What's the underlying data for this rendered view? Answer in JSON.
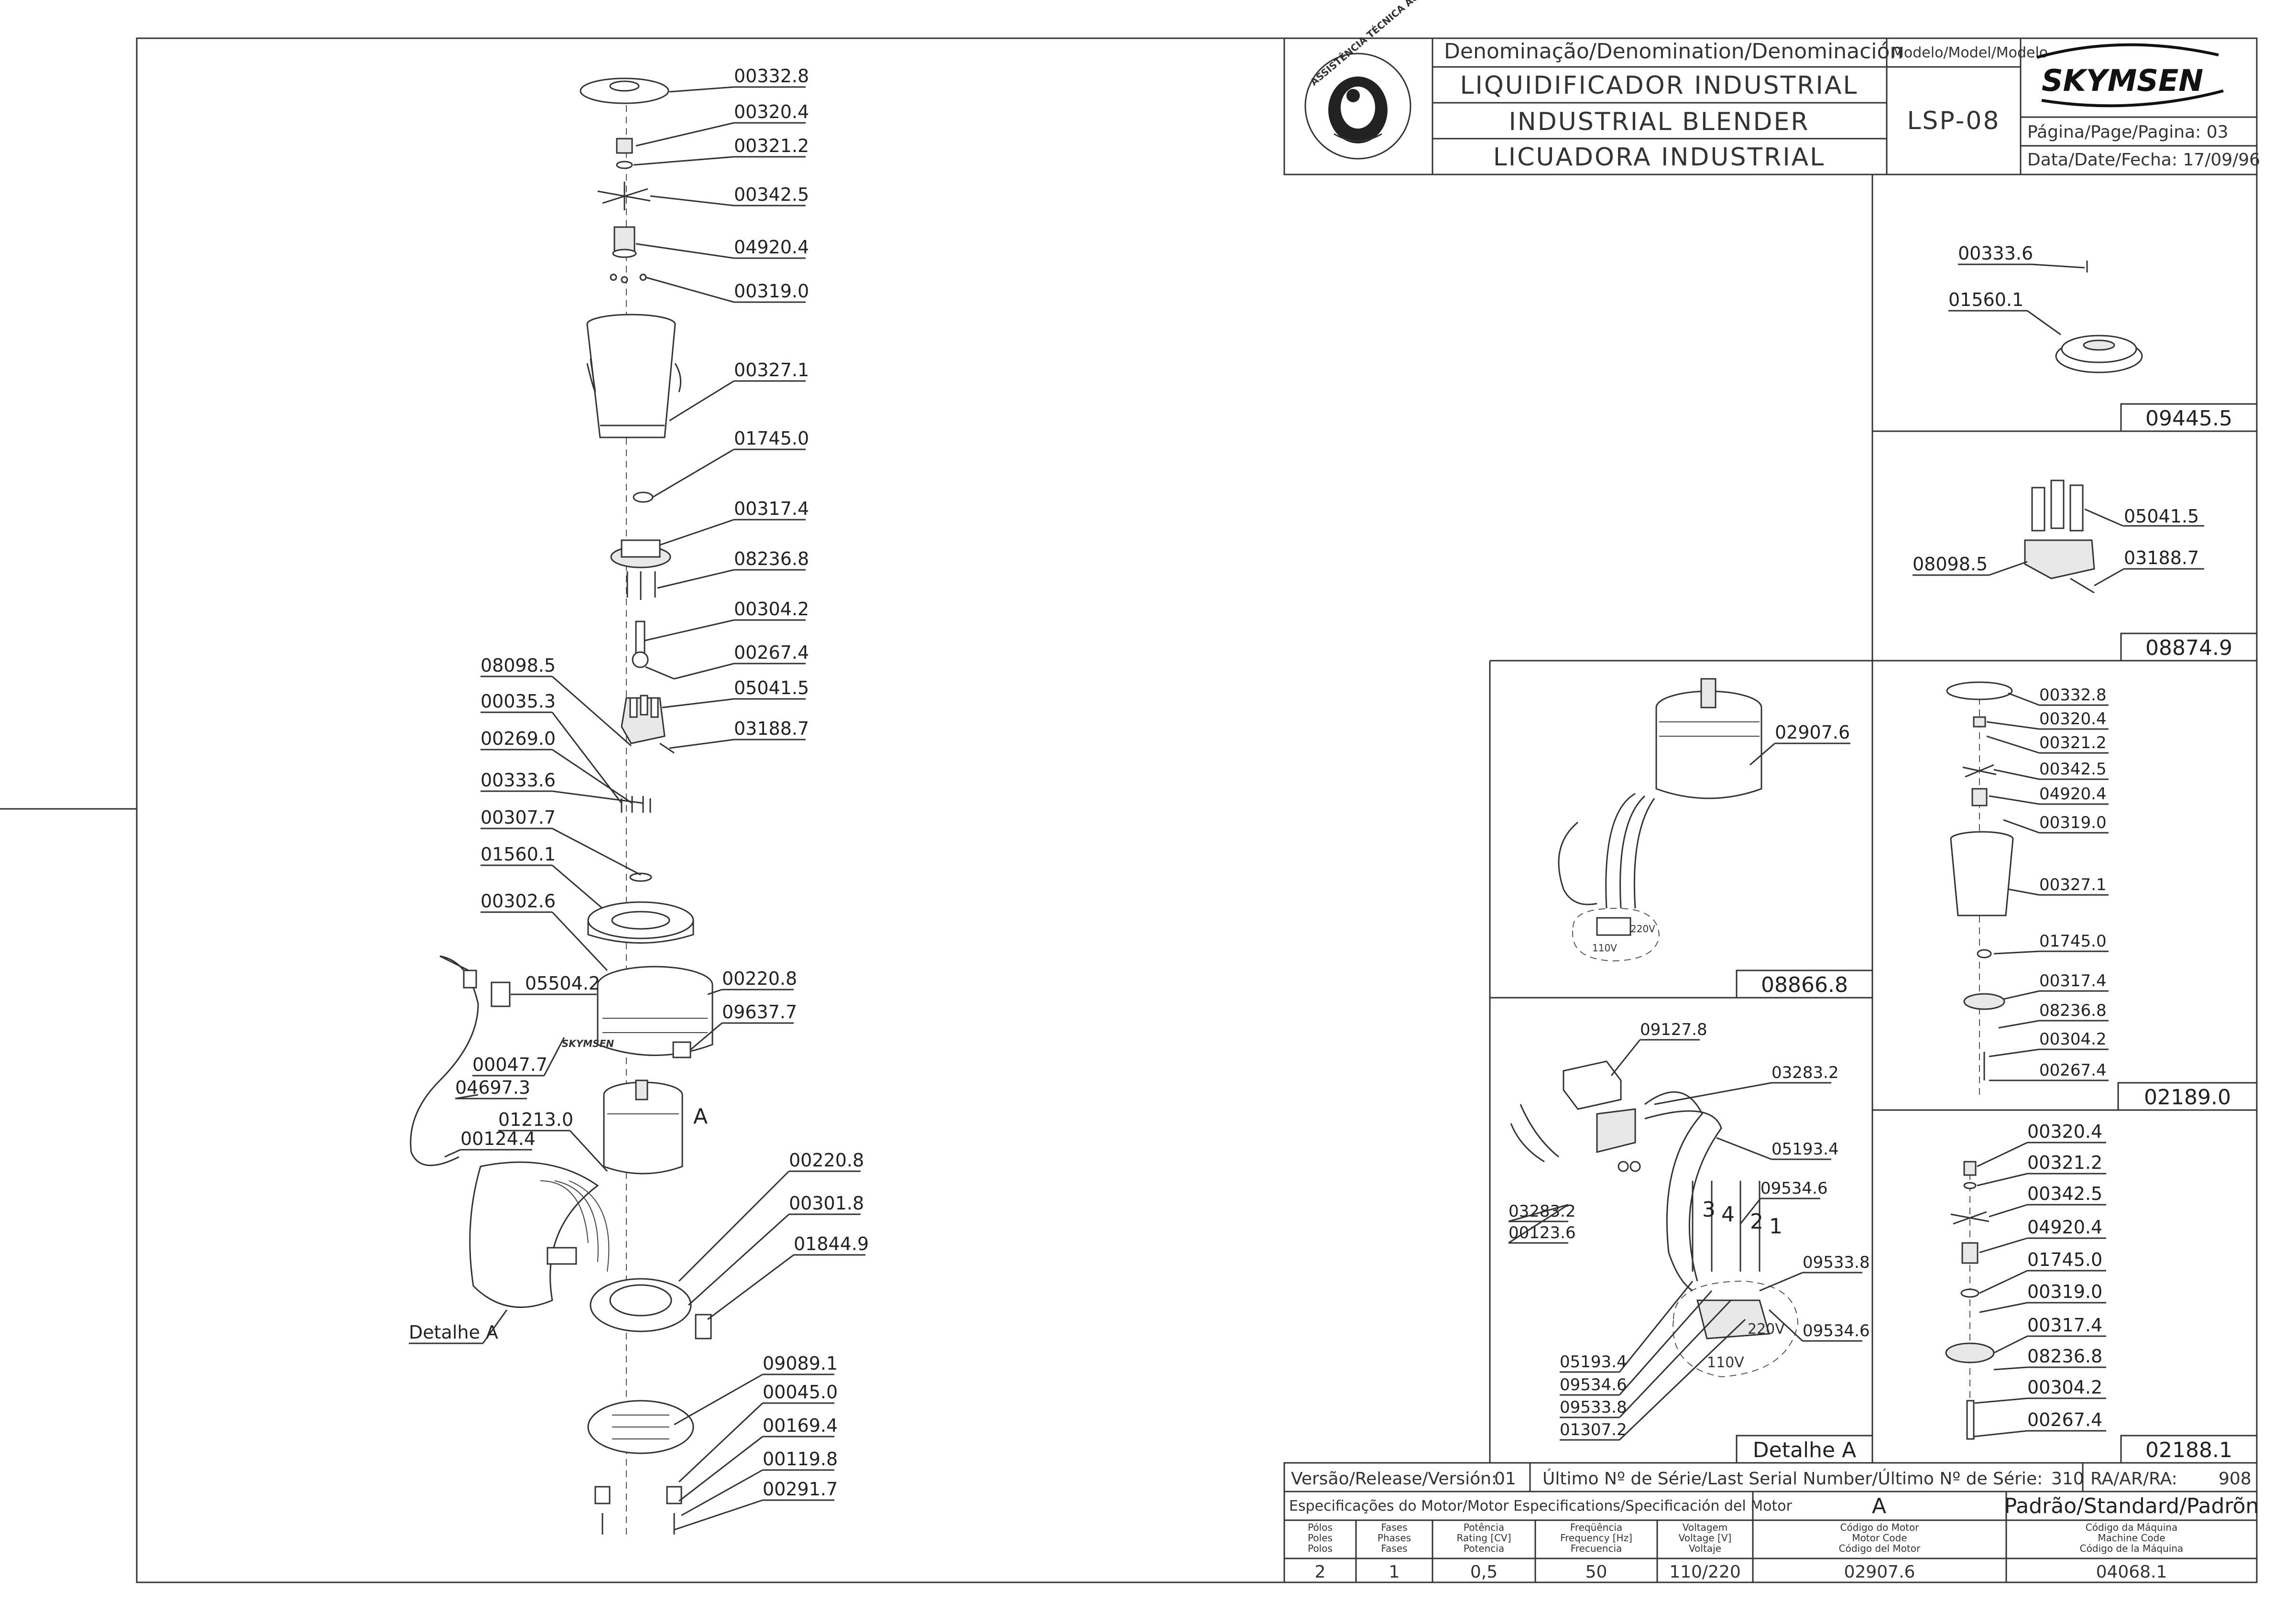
{
  "title_block": {
    "denomination_header": "Denominação/Denomination/Denominación",
    "name_pt": "LIQUIDIFICADOR INDUSTRIAL",
    "name_en": "INDUSTRIAL BLENDER",
    "name_es": "LICUADORA INDUSTRIAL",
    "model_header": "Modelo/Model/Modelo",
    "model_value": "LSP-08",
    "brand": "SKYMSEN",
    "page_label": "Página/Page/Pagina: 03",
    "date_label": "Data/Date/Fecha: 17/09/96",
    "seal_text": "ASSISTÊNCIA TÉCNICA AUTORIZADA"
  },
  "main_assembly": {
    "labels": [
      {
        "code": "00332.8"
      },
      {
        "code": "00320.4"
      },
      {
        "code": "00321.2"
      },
      {
        "code": "00342.5"
      },
      {
        "code": "04920.4"
      },
      {
        "code": "00319.0"
      },
      {
        "code": "00327.1"
      },
      {
        "code": "01745.0"
      },
      {
        "code": "00317.4"
      },
      {
        "code": "08236.8"
      },
      {
        "code": "00304.2"
      },
      {
        "code": "00267.4"
      },
      {
        "code": "05041.5"
      },
      {
        "code": "03188.7"
      },
      {
        "code": "08098.5"
      },
      {
        "code": "00035.3"
      },
      {
        "code": "00269.0"
      },
      {
        "code": "00333.6"
      },
      {
        "code": "00307.7"
      },
      {
        "code": "01560.1"
      },
      {
        "code": "00302.6"
      },
      {
        "code": "05504.2"
      },
      {
        "code": "00220.8"
      },
      {
        "code": "09637.7"
      },
      {
        "code": "00047.7"
      },
      {
        "code": "04697.3"
      },
      {
        "code": "01213.0"
      },
      {
        "code": "00124.4"
      },
      {
        "code": "00220.8"
      },
      {
        "code": "00301.8"
      },
      {
        "code": "01844.9"
      },
      {
        "code": "09089.1"
      },
      {
        "code": "00045.0"
      },
      {
        "code": "00169.4"
      },
      {
        "code": "00119.8"
      },
      {
        "code": "00291.7"
      }
    ],
    "motor_letter": "A",
    "detail_label": "Detalhe A",
    "tag_text": "SKYMSEN"
  },
  "panel_09445": {
    "labels": [
      "00333.6",
      "01560.1"
    ],
    "assembly_code": "09445.5"
  },
  "panel_08874": {
    "labels": [
      "05041.5",
      "03188.7",
      "08098.5"
    ],
    "assembly_code": "08874.9"
  },
  "panel_08866": {
    "labels": [
      "02907.6"
    ],
    "assembly_code": "08866.8",
    "voltage_220": "220V",
    "voltage_110": "110V"
  },
  "panel_02189": {
    "labels": [
      "00332.8",
      "00320.4",
      "00321.2",
      "00342.5",
      "04920.4",
      "00319.0",
      "00327.1",
      "01745.0",
      "00317.4",
      "08236.8",
      "00304.2",
      "00267.4"
    ],
    "assembly_code": "02189.0"
  },
  "panel_detail_a": {
    "labels": [
      "09127.8",
      "03283.2",
      "05193.4",
      "09534.6",
      "09533.8",
      "09534.6",
      "03283.2",
      "00123.6",
      "05193.4",
      "09534.6",
      "09533.8",
      "01307.2"
    ],
    "terminals": [
      "3",
      "4",
      "2",
      "1"
    ],
    "voltage_220": "220V",
    "voltage_110": "110V",
    "title": "Detalhe A"
  },
  "panel_02188": {
    "labels": [
      "00320.4",
      "00321.2",
      "00342.5",
      "04920.4",
      "01745.0",
      "00319.0",
      "00317.4",
      "08236.8",
      "00304.2",
      "00267.4"
    ],
    "assembly_code": "02188.1"
  },
  "footer": {
    "version_label": "Versão/Release/Versión:",
    "version_value": "01",
    "serial_label": "Último Nº de Série/Last Serial Number/Último Nº de Série:",
    "serial_value": "310",
    "ra_label": "RA/AR/RA:",
    "ra_value": "908",
    "motor_spec_label": "Especificações do Motor/Motor Especifications/Specificación del Motor",
    "motor_variant": "A",
    "standard_label": "Padrão/Standard/Padrõn",
    "columns": [
      {
        "h1": "Pólos",
        "h2": "Poles",
        "h3": "Polos",
        "value": "2"
      },
      {
        "h1": "Fases",
        "h2": "Phases",
        "h3": "Fases",
        "value": "1"
      },
      {
        "h1": "Potência",
        "h2": "Rating [CV]",
        "h3": "Potencia",
        "value": "0,5"
      },
      {
        "h1": "Freqüência",
        "h2": "Frequency [Hz]",
        "h3": "Frecuencia",
        "value": "50"
      },
      {
        "h1": "Voltagem",
        "h2": "Voltage [V]",
        "h3": "Voltaje",
        "value": "110/220"
      },
      {
        "h1": "Código do Motor",
        "h2": "Motor Code",
        "h3": "Código del Motor",
        "value": "02907.6"
      },
      {
        "h1": "Código da Máquina",
        "h2": "Machine Code",
        "h3": "Código de la Máquina",
        "value": "04068.1"
      }
    ]
  }
}
